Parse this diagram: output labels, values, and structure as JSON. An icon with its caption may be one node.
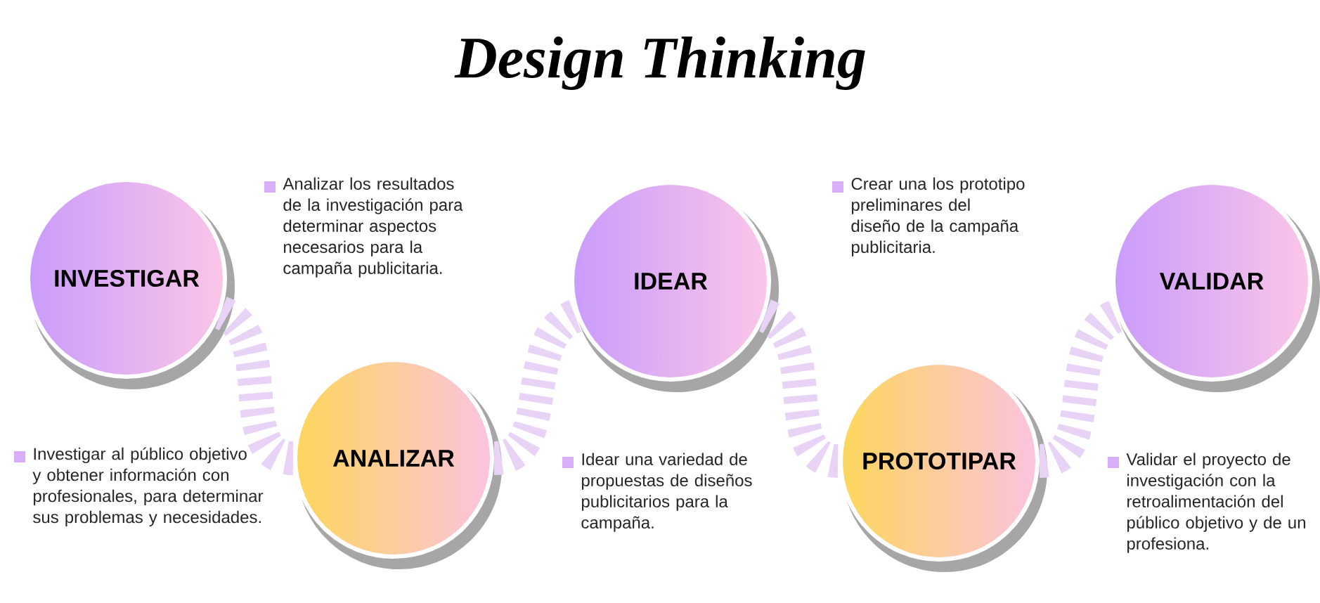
{
  "diagram": {
    "title": "Design Thinking",
    "nodes": [
      {
        "text": [
          "INVESTIGAR"
        ]
      },
      {
        "text": [
          "ANALIZAR"
        ]
      },
      {
        "text": [
          "IDEAR"
        ]
      },
      {
        "text": [
          "PROTOTIPAR"
        ]
      },
      {
        "text": [
          "VALIDAR"
        ]
      }
    ],
    "edges": [
      {
        "from": 0,
        "to": 1,
        "arrow": "none"
      },
      {
        "from": 1,
        "to": 2,
        "arrow": "none"
      },
      {
        "from": 2,
        "to": 3,
        "arrow": "none"
      },
      {
        "from": 3,
        "to": 4,
        "arrow": "none"
      }
    ],
    "labels": [
      "Analizar los resultados de la investigación para determinar aspectos necesarios para la campaña publicitaria.",
      "Crear una los prototipo preliminares del diseño de la campaña publicitaria.",
      "Investigar al público objetivo y obtener información con profesionales, para determinar sus problemas y necesidades.",
      "Idear una variedad de propuestas de diseños publicitarios para la campaña.",
      "Validar el proyecto de investigación con la retroalimentación del público objetivo y de un profesiona."
    ]
  }
}
